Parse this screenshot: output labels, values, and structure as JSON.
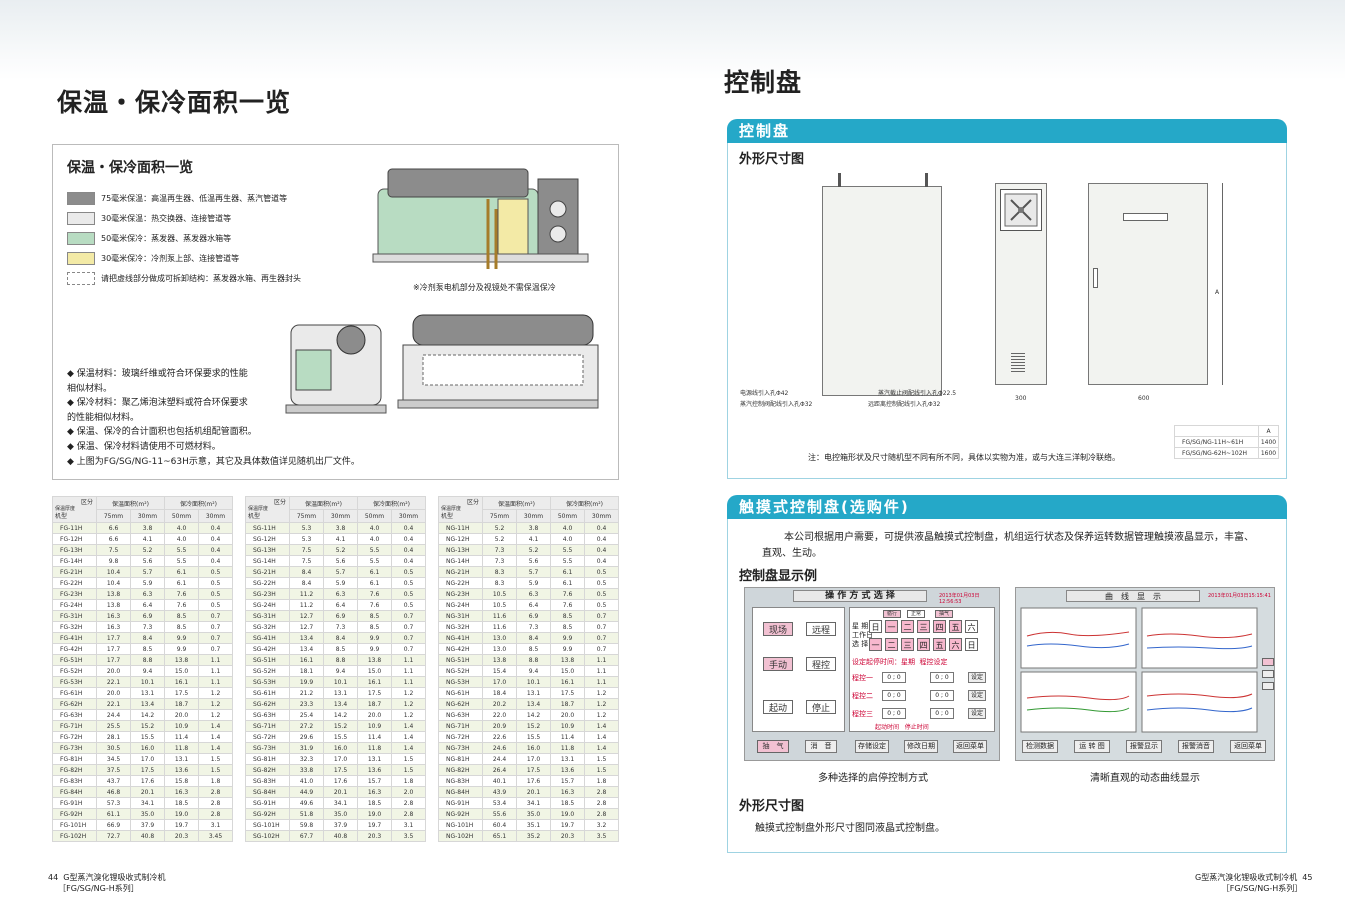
{
  "left_title": "保温・保冷面积一览",
  "box_title": "保温・保冷面积一览",
  "legend": [
    {
      "label": "75毫米保温：高温再生器、低温再生器、蒸汽管道等",
      "color": "#8c8c8c"
    },
    {
      "label": "30毫米保温：热交换器、连接管道等",
      "color": "#eaeaea"
    },
    {
      "label": "50毫米保冷：蒸发器、蒸发器水箱等",
      "color": "#b8dcc2"
    },
    {
      "label": "30毫米保冷：冷剂泵上部、连接管道等",
      "color": "#f3eaa6"
    },
    {
      "label": "请把虚线部分做成可拆卸结构：蒸发器水箱、再生器封头",
      "color": "#ffffff"
    }
  ],
  "pump_note": "※冷剂泵电机部分及视镜处不需保温保冷",
  "bullets": [
    "◆  保温材料：玻璃纤维或符合环保要求的性能",
    "     相似材料。",
    "◆  保冷材料：聚乙烯泡沫塑料或符合环保要求",
    "     的性能相似材料。",
    "◆  保温、保冷的合计面积也包括机组配管面积。",
    "◆  保温、保冷材料请使用不可燃材料。",
    "◆  上图为FG/SG/NG-11~63H示意，其它及具体数值详见随机出厂文件。"
  ],
  "table_head": {
    "zone": "区分",
    "thickness": "保温厚度",
    "model": "机型",
    "warm": "保温面积(m²)",
    "cold": "保冷面积(m²)",
    "cols": [
      "75mm",
      "30mm",
      "50mm",
      "30mm"
    ]
  },
  "tables": [
    {
      "rows": [
        [
          "FG-11H",
          "6.6",
          "3.8",
          "4.0",
          "0.4"
        ],
        [
          "FG-12H",
          "6.6",
          "4.1",
          "4.0",
          "0.4"
        ],
        [
          "FG-13H",
          "7.5",
          "5.2",
          "5.5",
          "0.4"
        ],
        [
          "FG-14H",
          "9.8",
          "5.6",
          "5.5",
          "0.4"
        ],
        [
          "FG-21H",
          "10.4",
          "5.7",
          "6.1",
          "0.5"
        ],
        [
          "FG-22H",
          "10.4",
          "5.9",
          "6.1",
          "0.5"
        ],
        [
          "FG-23H",
          "13.8",
          "6.3",
          "7.6",
          "0.5"
        ],
        [
          "FG-24H",
          "13.8",
          "6.4",
          "7.6",
          "0.5"
        ],
        [
          "FG-31H",
          "16.3",
          "6.9",
          "8.5",
          "0.7"
        ],
        [
          "FG-32H",
          "16.3",
          "7.3",
          "8.5",
          "0.7"
        ],
        [
          "FG-41H",
          "17.7",
          "8.4",
          "9.9",
          "0.7"
        ],
        [
          "FG-42H",
          "17.7",
          "8.5",
          "9.9",
          "0.7"
        ],
        [
          "FG-51H",
          "17.7",
          "8.8",
          "13.8",
          "1.1"
        ],
        [
          "FG-52H",
          "20.0",
          "9.4",
          "15.0",
          "1.1"
        ],
        [
          "FG-53H",
          "22.1",
          "10.1",
          "16.1",
          "1.1"
        ],
        [
          "FG-61H",
          "20.0",
          "13.1",
          "17.5",
          "1.2"
        ],
        [
          "FG-62H",
          "22.1",
          "13.4",
          "18.7",
          "1.2"
        ],
        [
          "FG-63H",
          "24.4",
          "14.2",
          "20.0",
          "1.2"
        ],
        [
          "FG-71H",
          "25.5",
          "15.2",
          "10.9",
          "1.4"
        ],
        [
          "FG-72H",
          "28.1",
          "15.5",
          "11.4",
          "1.4"
        ],
        [
          "FG-73H",
          "30.5",
          "16.0",
          "11.8",
          "1.4"
        ],
        [
          "FG-81H",
          "34.5",
          "17.0",
          "13.1",
          "1.5"
        ],
        [
          "FG-82H",
          "37.5",
          "17.5",
          "13.6",
          "1.5"
        ],
        [
          "FG-83H",
          "43.7",
          "17.6",
          "15.8",
          "1.8"
        ],
        [
          "FG-84H",
          "46.8",
          "20.1",
          "16.3",
          "2.8"
        ],
        [
          "FG-91H",
          "57.3",
          "34.1",
          "18.5",
          "2.8"
        ],
        [
          "FG-92H",
          "61.1",
          "35.0",
          "19.0",
          "2.8"
        ],
        [
          "FG-101H",
          "66.9",
          "37.9",
          "19.7",
          "3.1"
        ],
        [
          "FG-102H",
          "72.7",
          "40.8",
          "20.3",
          "3.45"
        ]
      ]
    },
    {
      "rows": [
        [
          "SG-11H",
          "5.3",
          "3.8",
          "4.0",
          "0.4"
        ],
        [
          "SG-12H",
          "5.3",
          "4.1",
          "4.0",
          "0.4"
        ],
        [
          "SG-13H",
          "7.5",
          "5.2",
          "5.5",
          "0.4"
        ],
        [
          "SG-14H",
          "7.5",
          "5.6",
          "5.5",
          "0.4"
        ],
        [
          "SG-21H",
          "8.4",
          "5.7",
          "6.1",
          "0.5"
        ],
        [
          "SG-22H",
          "8.4",
          "5.9",
          "6.1",
          "0.5"
        ],
        [
          "SG-23H",
          "11.2",
          "6.3",
          "7.6",
          "0.5"
        ],
        [
          "SG-24H",
          "11.2",
          "6.4",
          "7.6",
          "0.5"
        ],
        [
          "SG-31H",
          "12.7",
          "6.9",
          "8.5",
          "0.7"
        ],
        [
          "SG-32H",
          "12.7",
          "7.3",
          "8.5",
          "0.7"
        ],
        [
          "SG-41H",
          "13.4",
          "8.4",
          "9.9",
          "0.7"
        ],
        [
          "SG-42H",
          "13.4",
          "8.5",
          "9.9",
          "0.7"
        ],
        [
          "SG-51H",
          "16.1",
          "8.8",
          "13.8",
          "1.1"
        ],
        [
          "SG-52H",
          "18.1",
          "9.4",
          "15.0",
          "1.1"
        ],
        [
          "SG-53H",
          "19.9",
          "10.1",
          "16.1",
          "1.1"
        ],
        [
          "SG-61H",
          "21.2",
          "13.1",
          "17.5",
          "1.2"
        ],
        [
          "SG-62H",
          "23.3",
          "13.4",
          "18.7",
          "1.2"
        ],
        [
          "SG-63H",
          "25.4",
          "14.2",
          "20.0",
          "1.2"
        ],
        [
          "SG-71H",
          "27.2",
          "15.2",
          "10.9",
          "1.4"
        ],
        [
          "SG-72H",
          "29.6",
          "15.5",
          "11.4",
          "1.4"
        ],
        [
          "SG-73H",
          "31.9",
          "16.0",
          "11.8",
          "1.4"
        ],
        [
          "SG-81H",
          "32.3",
          "17.0",
          "13.1",
          "1.5"
        ],
        [
          "SG-82H",
          "33.8",
          "17.5",
          "13.6",
          "1.5"
        ],
        [
          "SG-83H",
          "41.0",
          "17.6",
          "15.7",
          "1.8"
        ],
        [
          "SG-84H",
          "44.9",
          "20.1",
          "16.3",
          "2.0"
        ],
        [
          "SG-91H",
          "49.6",
          "34.1",
          "18.5",
          "2.8"
        ],
        [
          "SG-92H",
          "51.8",
          "35.0",
          "19.0",
          "2.8"
        ],
        [
          "SG-101H",
          "59.8",
          "37.9",
          "19.7",
          "3.1"
        ],
        [
          "SG-102H",
          "67.7",
          "40.8",
          "20.3",
          "3.5"
        ]
      ]
    },
    {
      "rows": [
        [
          "NG-11H",
          "5.2",
          "3.8",
          "4.0",
          "0.4"
        ],
        [
          "NG-12H",
          "5.2",
          "4.1",
          "4.0",
          "0.4"
        ],
        [
          "NG-13H",
          "7.3",
          "5.2",
          "5.5",
          "0.4"
        ],
        [
          "NG-14H",
          "7.3",
          "5.6",
          "5.5",
          "0.4"
        ],
        [
          "NG-21H",
          "8.3",
          "5.7",
          "6.1",
          "0.5"
        ],
        [
          "NG-22H",
          "8.3",
          "5.9",
          "6.1",
          "0.5"
        ],
        [
          "NG-23H",
          "10.5",
          "6.3",
          "7.6",
          "0.5"
        ],
        [
          "NG-24H",
          "10.5",
          "6.4",
          "7.6",
          "0.5"
        ],
        [
          "NG-31H",
          "11.6",
          "6.9",
          "8.5",
          "0.7"
        ],
        [
          "NG-32H",
          "11.6",
          "7.3",
          "8.5",
          "0.7"
        ],
        [
          "NG-41H",
          "13.0",
          "8.4",
          "9.9",
          "0.7"
        ],
        [
          "NG-42H",
          "13.0",
          "8.5",
          "9.9",
          "0.7"
        ],
        [
          "NG-51H",
          "13.8",
          "8.8",
          "13.8",
          "1.1"
        ],
        [
          "NG-52H",
          "15.4",
          "9.4",
          "15.0",
          "1.1"
        ],
        [
          "NG-53H",
          "17.0",
          "10.1",
          "16.1",
          "1.1"
        ],
        [
          "NG-61H",
          "18.4",
          "13.1",
          "17.5",
          "1.2"
        ],
        [
          "NG-62H",
          "20.2",
          "13.4",
          "18.7",
          "1.2"
        ],
        [
          "NG-63H",
          "22.0",
          "14.2",
          "20.0",
          "1.2"
        ],
        [
          "NG-71H",
          "20.9",
          "15.2",
          "10.9",
          "1.4"
        ],
        [
          "NG-72H",
          "22.6",
          "15.5",
          "11.4",
          "1.4"
        ],
        [
          "NG-73H",
          "24.6",
          "16.0",
          "11.8",
          "1.4"
        ],
        [
          "NG-81H",
          "24.4",
          "17.0",
          "13.1",
          "1.5"
        ],
        [
          "NG-82H",
          "26.4",
          "17.5",
          "13.6",
          "1.5"
        ],
        [
          "NG-83H",
          "40.1",
          "17.6",
          "15.7",
          "1.8"
        ],
        [
          "NG-84H",
          "43.9",
          "20.1",
          "16.3",
          "2.8"
        ],
        [
          "NG-91H",
          "53.4",
          "34.1",
          "18.5",
          "2.8"
        ],
        [
          "NG-92H",
          "55.6",
          "35.0",
          "19.0",
          "2.8"
        ],
        [
          "NG-101H",
          "60.4",
          "35.1",
          "19.7",
          "3.2"
        ],
        [
          "NG-102H",
          "65.1",
          "35.2",
          "20.3",
          "3.5"
        ]
      ]
    }
  ],
  "footer_left": {
    "page": "44",
    "line1": "G型蒸汽溴化锂吸收式制冷机",
    "line2": "［FG/SG/NG-H系列］"
  },
  "footer_right": {
    "page": "45",
    "line1": "G型蒸汽溴化锂吸收式制冷机",
    "line2": "［FG/SG/NG-H系列］"
  },
  "right_title": "控制盘",
  "sec1": {
    "bar": "控制盘",
    "sub": "外形尺寸图",
    "callouts": [
      "电源线引入孔Φ42",
      "蒸汽控制阀配线引入孔Φ32",
      "蒸汽截止阀配线引入孔Φ22.5",
      "远距离控制配线引入孔Φ32"
    ],
    "dim_300": "300",
    "dim_600": "600",
    "dim_a": "A",
    "spec_header": "A",
    "spec_rows": [
      [
        "FG/SG/NG-11H~61H",
        "1400"
      ],
      [
        "FG/SG/NG-62H~102H",
        "1600"
      ]
    ],
    "note": "注：电控箱形状及尺寸随机型不同有所不同，具体以实物为准，或与大连三洋制冷联络。"
  },
  "sec2": {
    "bar": "触摸式控制盘(选购件)",
    "para1": "本公司根据用户需要，可提供液晶触摸式控制盘，机组运行状态及保养运转数据管理触摸液晶显示，丰富、",
    "para2": "直观、生动。",
    "sub1": "控制盘显示例",
    "screen1": {
      "title": "操 作 方 式 选 择",
      "date": "2013年01月03日12:56:53",
      "mode_btns": [
        "现场",
        "远程",
        "手动",
        "程控",
        "起动",
        "停止"
      ],
      "tabs": [
        "循行",
        "正常",
        "抽气"
      ],
      "week_label": [
        "星  期",
        "工作日",
        "选  择"
      ],
      "days": [
        "日",
        "一",
        "二",
        "三",
        "四",
        "五",
        "六",
        "日",
        "一",
        "二",
        "三",
        "四",
        "五",
        "六",
        "日"
      ],
      "set_time": "设定起停时间：星期",
      "prog_set": "程控设定",
      "progs": [
        "程控一",
        "程控二",
        "程控三"
      ],
      "time_val": "0 ; 0",
      "confirm": "设定",
      "start_time": "起动时间",
      "stop_time": "停止时间",
      "bottom_btns": [
        "抽　气",
        "消　音",
        "存储设定",
        "修改日期",
        "返回菜单"
      ]
    },
    "screen2": {
      "title": "曲　线　显　示",
      "date": "2013年01月03日15:15:41",
      "bottom_btns": [
        "检测数据",
        "运 转 图",
        "报警显示",
        "报警消音",
        "返回菜单"
      ]
    },
    "caption1": "多种选择的启停控制方式",
    "caption2": "清晰直观的动态曲线显示",
    "sub2": "外形尺寸图",
    "para3": "触摸式控制盘外形尺寸图同液晶式控制盘。"
  }
}
